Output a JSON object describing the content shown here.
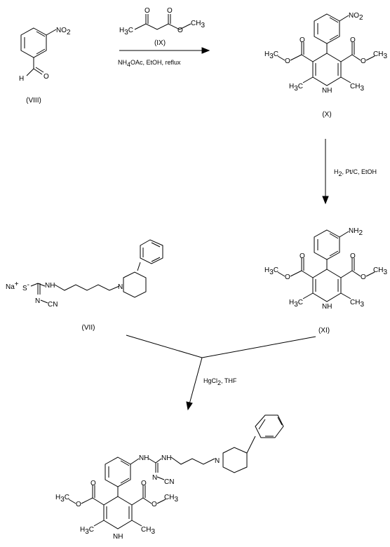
{
  "compounds": {
    "viii": {
      "label": "(VIII)",
      "no2": "NO",
      "no2_sub": "2",
      "h": "H",
      "o": "O"
    },
    "ix": {
      "label": "(IX)",
      "h3c_h": "H",
      "h3c_3": "3",
      "h3c_c": "C",
      "o1": "O",
      "o2": "O",
      "o3": "O",
      "ch3_c": "CH",
      "ch3_3": "3"
    },
    "x": {
      "label": "(X)",
      "no2": "NO",
      "no2_sub": "2"
    },
    "xi": {
      "label": "(XI)",
      "nh2": "NH",
      "nh2_sub": "2"
    },
    "vii": {
      "label": "(VII)",
      "na": "Na",
      "na_charge": "+",
      "s": "S",
      "s_charge": "-",
      "nh": "N",
      "nh_h": "H",
      "n_cn": "N",
      "cn": "CN",
      "n_pip": "N"
    },
    "product": {
      "nh1": "N",
      "nh1_h": "H",
      "nh2": "N",
      "nh2_h": "H",
      "n_cn": "N",
      "cn": "CN",
      "n_pip": "N"
    }
  },
  "dhp_labels": {
    "h3c": "H",
    "h3c_3": "3",
    "h3c_c": "C",
    "o": "O",
    "ch3": "CH",
    "ch3_3": "3",
    "nh": "NH"
  },
  "reagents": {
    "step1": {
      "a": "NH",
      "a_sub": "4",
      "b": "OAc, EtOH, reflux"
    },
    "step2": {
      "a": "H",
      "a_sub": "2",
      "b": ", Pt/C, EtOH"
    },
    "step3": {
      "a": "HgCl",
      "a_sub": "2",
      "b": ", THF"
    }
  }
}
